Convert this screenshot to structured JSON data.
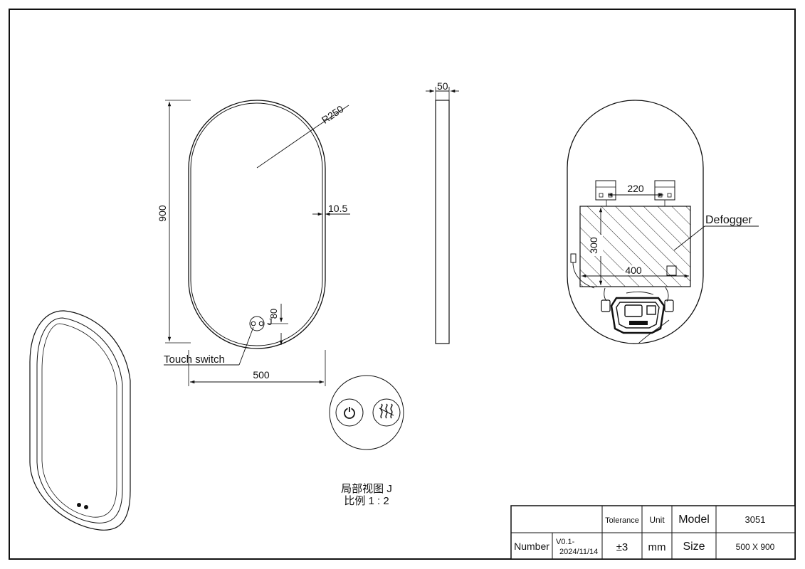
{
  "dimensions": {
    "radius": "R250",
    "height": "900",
    "width": "500",
    "frame_width": "10.5",
    "switch_offset": "80",
    "depth": "50",
    "bracket_spacing": "220",
    "defogger_height": "300",
    "defogger_width": "400"
  },
  "labels": {
    "touch_switch": "Touch switch",
    "defogger": "Defogger",
    "detail_marker": "J",
    "detail_view_title": "局部视图 J",
    "detail_view_scale": "比例 1 : 2"
  },
  "title_block": {
    "tolerance_label": "Tolerance",
    "unit_label": "Unit",
    "model_label": "Model",
    "model_value": "3051",
    "number_label": "Number",
    "version_line1": "V0.1-",
    "version_line2": "2024/11/14",
    "tolerance_value": "±3",
    "unit_value": "mm",
    "size_label": "Size",
    "size_value": "500 X 900"
  },
  "icons": [
    "power-icon",
    "defog-heat-icon"
  ]
}
